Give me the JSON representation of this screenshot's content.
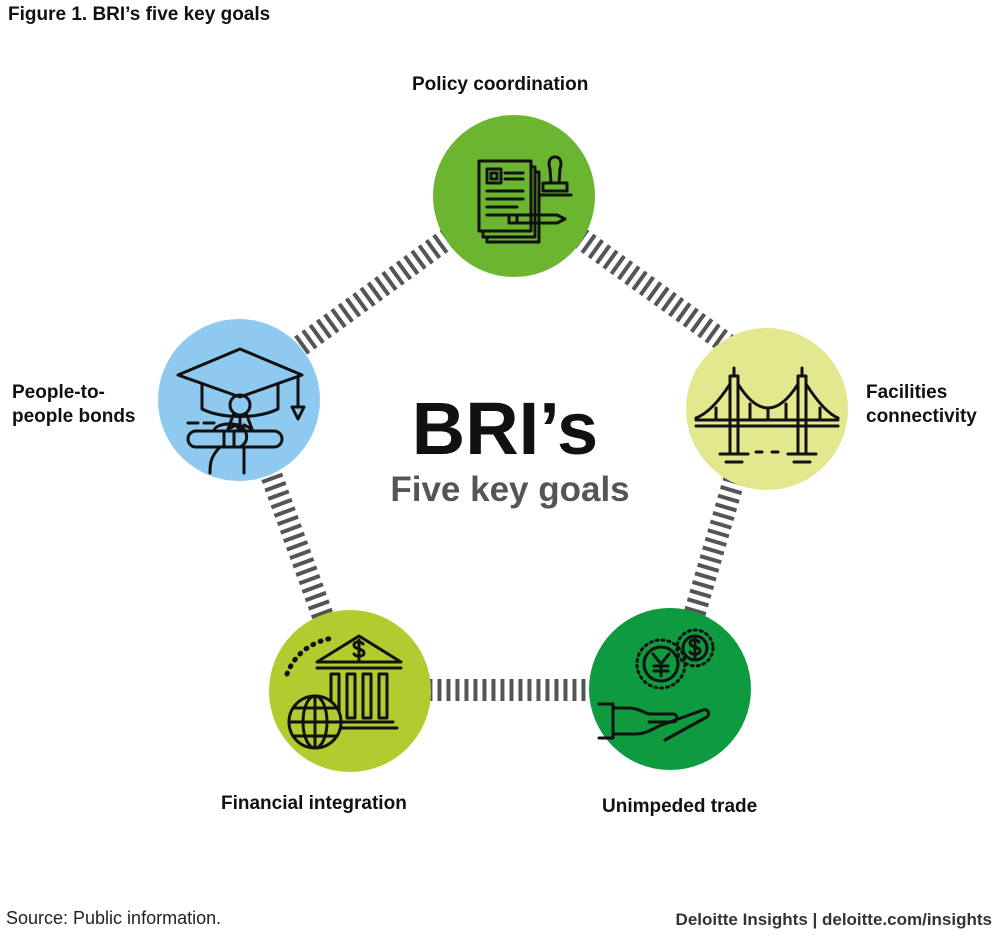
{
  "figure": {
    "title": "Figure 1. BRI’s five key goals"
  },
  "center": {
    "title": "BRI’s",
    "subtitle": "Five key goals"
  },
  "goals": [
    {
      "label": "Policy coordination",
      "color": "#6bb530",
      "icon": "document-stamp-pen-icon"
    },
    {
      "label": "Facilities\nconnectivity",
      "color": "#e3e88f",
      "icon": "suspension-bridge-icon"
    },
    {
      "label": "Unimpeded trade",
      "color": "#0e9a3e",
      "icon": "hand-coins-icon"
    },
    {
      "label": "Financial integration",
      "color": "#b1cc2e",
      "icon": "bank-globe-icon"
    },
    {
      "label": "People-to-\npeople bonds",
      "color": "#8ecaef",
      "icon": "graduation-cap-diploma-icon"
    }
  ],
  "ring_color": "#555555",
  "footer": {
    "source": "Source: Public information.",
    "credit": "Deloitte Insights | deloitte.com/insights"
  }
}
